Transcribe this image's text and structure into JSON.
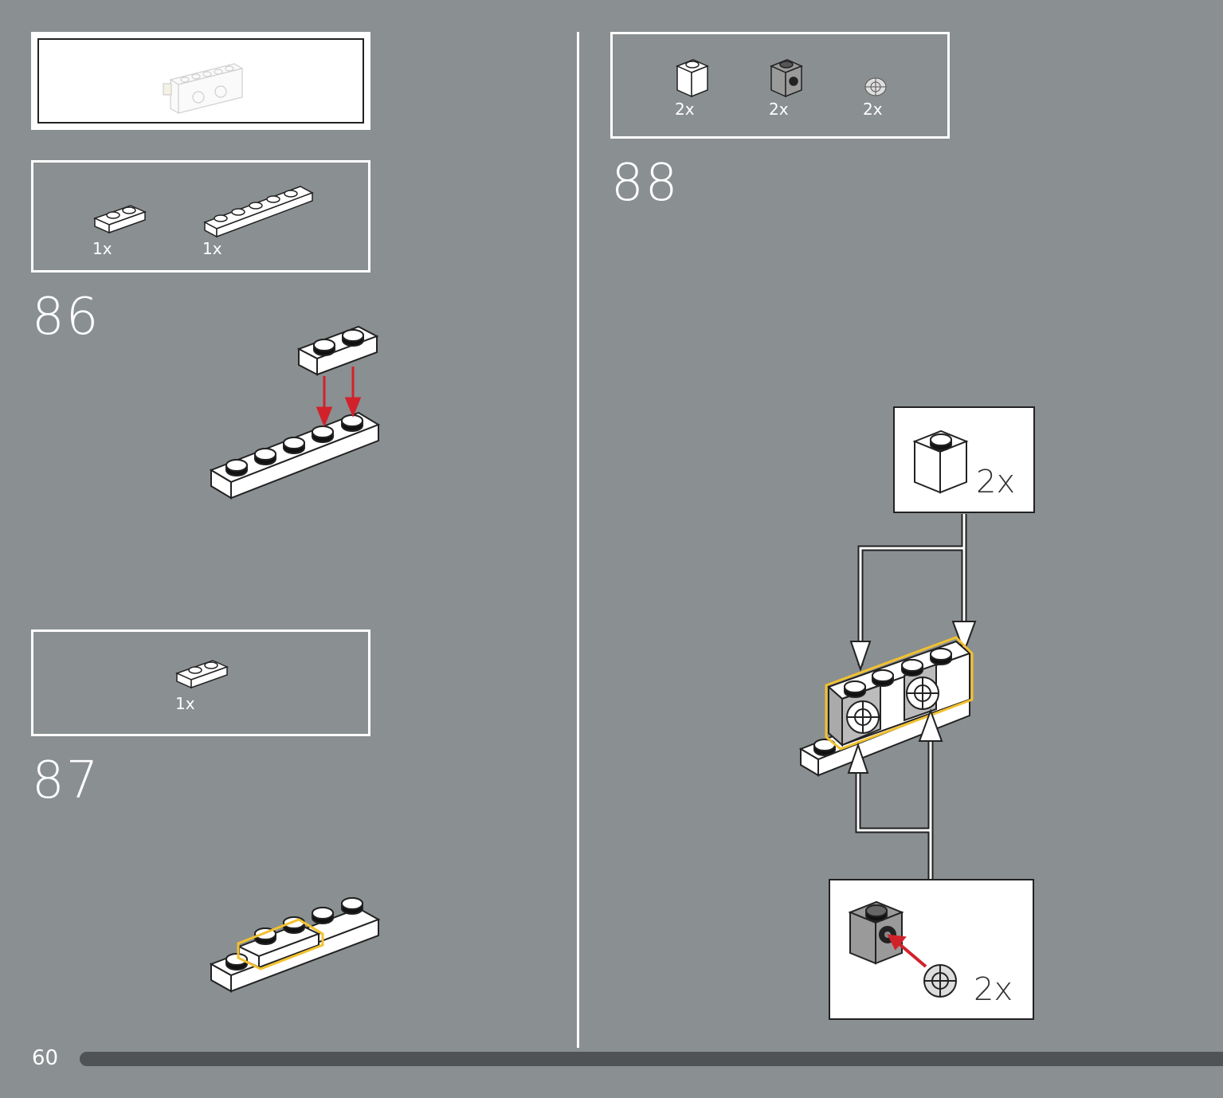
{
  "page": {
    "number": "60"
  },
  "sub_model_preview": {
    "label": "submodel-preview"
  },
  "steps": [
    {
      "number": "86",
      "parts": [
        {
          "name": "plate-1x2-white",
          "qty": "1x"
        },
        {
          "name": "plate-1x6-white",
          "qty": "1x"
        }
      ]
    },
    {
      "number": "87",
      "parts": [
        {
          "name": "plate-1x2-white",
          "qty": "1x"
        }
      ]
    },
    {
      "number": "88",
      "parts": [
        {
          "name": "brick-1x1-white",
          "qty": "2x"
        },
        {
          "name": "brick-1x1-stud-side-gray",
          "qty": "2x"
        },
        {
          "name": "round-part-gray",
          "qty": "2x"
        }
      ],
      "callouts": [
        {
          "name": "brick-1x1-white-callout",
          "qty": "2x"
        },
        {
          "name": "brick-with-round-part-callout",
          "qty": "2x"
        }
      ]
    }
  ],
  "colors": {
    "background": "#8a8f91",
    "highlight": "#f2c12e",
    "arrow_red": "#d1222b",
    "progress": "#4f5355"
  }
}
